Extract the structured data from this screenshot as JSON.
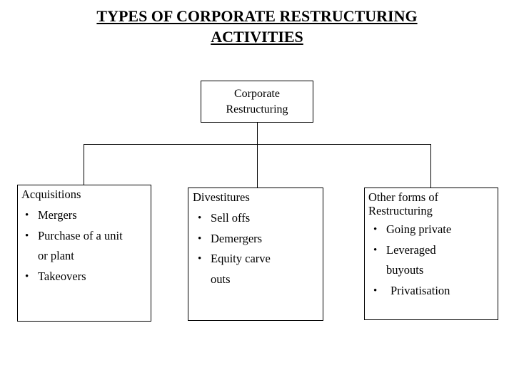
{
  "slide": {
    "title_line_1": "TYPES OF CORPORATE RESTRUCTURING",
    "title_line_2": "ACTIVITIES",
    "background_color": "#ffffff",
    "line_color": "#000000",
    "text_color": "#000000"
  },
  "chart_data": {
    "type": "diagram",
    "diagram_kind": "organizational-tree",
    "title": "TYPES OF CORPORATE RESTRUCTURING ACTIVITIES",
    "root": {
      "label_line_1": "Corporate",
      "label_line_2": "Restructuring"
    },
    "branches": [
      {
        "heading": "Acquisitions",
        "items": [
          {
            "text": "Mergers",
            "continuation": ""
          },
          {
            "text": "Purchase of a unit",
            "continuation": "or plant"
          },
          {
            "text": "Takeovers",
            "continuation": ""
          }
        ]
      },
      {
        "heading": "Divestitures",
        "items": [
          {
            "text": "Sell offs",
            "continuation": ""
          },
          {
            "text": "Demergers",
            "continuation": ""
          },
          {
            "text": "Equity carve",
            "continuation": "outs"
          }
        ]
      },
      {
        "heading": "Other forms of\nRestructuring",
        "items": [
          {
            "text": "Going private",
            "continuation": ""
          },
          {
            "text": "Leveraged",
            "continuation": "buyouts"
          },
          {
            "text": "Privatisation",
            "continuation": ""
          }
        ]
      }
    ],
    "bullet_glyph": "•"
  }
}
